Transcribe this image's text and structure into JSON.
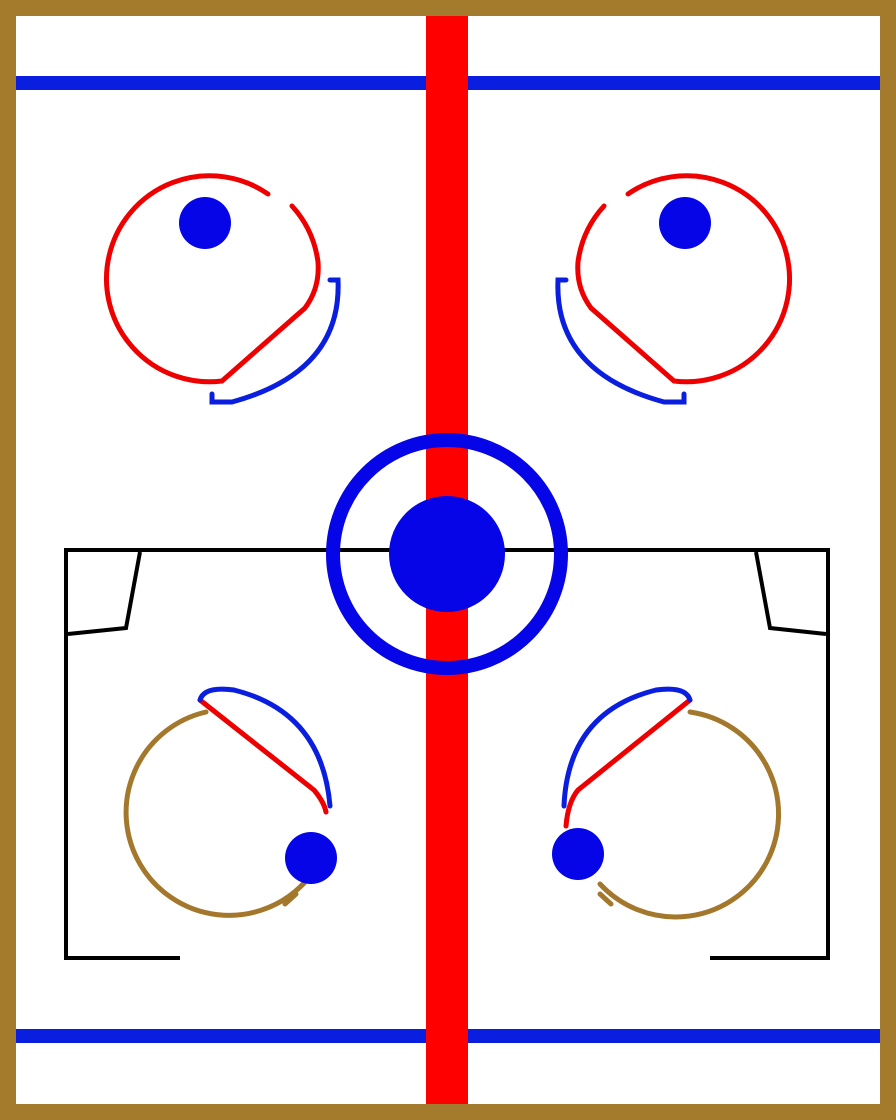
{
  "colors": {
    "frame": "#a47a2c",
    "ice": "#ffffff",
    "center_line": "#ff0000",
    "blue_line": "#0a1ee0",
    "faceoff_red": "#ee0000",
    "faceoff_gold": "#a4782c",
    "dot": "#0505e8",
    "crease_outline": "#000000"
  },
  "elements": [
    "frame-border",
    "ice-surface",
    "top-blue-line",
    "bottom-blue-line",
    "center-red-line",
    "center-circle",
    "center-dot",
    "faceoff-circle-top-left",
    "faceoff-circle-top-right",
    "faceoff-circle-bottom-left",
    "faceoff-circle-bottom-right",
    "goal-box-outline"
  ]
}
